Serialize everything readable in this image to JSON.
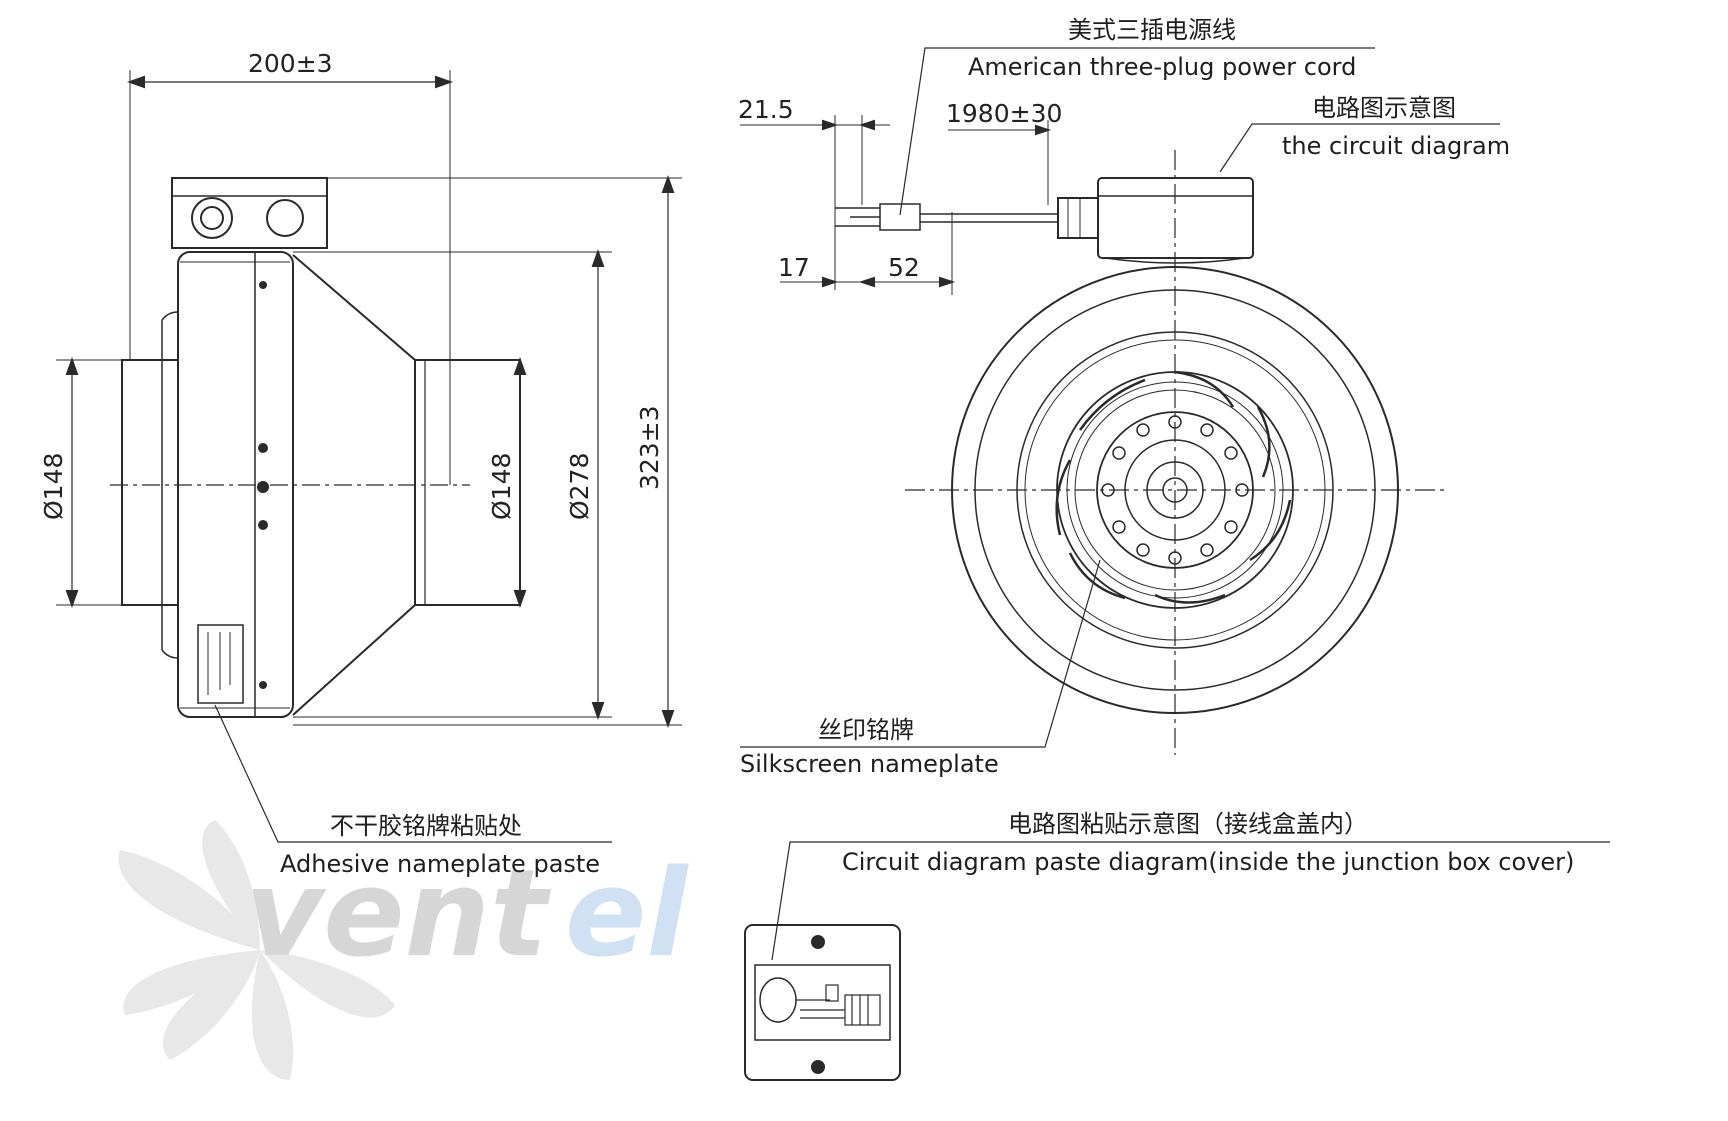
{
  "watermark": {
    "brand_part1": "vent",
    "brand_part2": "el",
    "color_part1": "#d6d6d6",
    "color_part2": "#cfe1f3"
  },
  "side_view": {
    "dim_width": "200±3",
    "dim_inlet": "Ø148",
    "dim_outlet": "Ø148",
    "dim_body": "Ø278",
    "dim_height": "323±3",
    "nameplate_label_cn": "不干胶铭牌粘贴处",
    "nameplate_label_en": "Adhesive nameplate paste"
  },
  "front_view": {
    "cord_label_cn": "美式三插电源线",
    "cord_label_en": "American three-plug power cord",
    "circuit_label_cn": "电路图示意图",
    "circuit_label_en": "the circuit diagram",
    "dim_plug_width": "21.5",
    "dim_cord_length": "1980±30",
    "dim_plug_a": "17",
    "dim_plug_b": "52",
    "silkscreen_cn": "丝印铭牌",
    "silkscreen_en": "Silkscreen nameplate"
  },
  "detail": {
    "label_cn": "电路图粘贴示意图（接线盒盖内）",
    "label_en": "Circuit diagram paste diagram(inside the junction box cover)"
  },
  "colors": {
    "line": "#2a2a2a",
    "background": "#ffffff"
  }
}
